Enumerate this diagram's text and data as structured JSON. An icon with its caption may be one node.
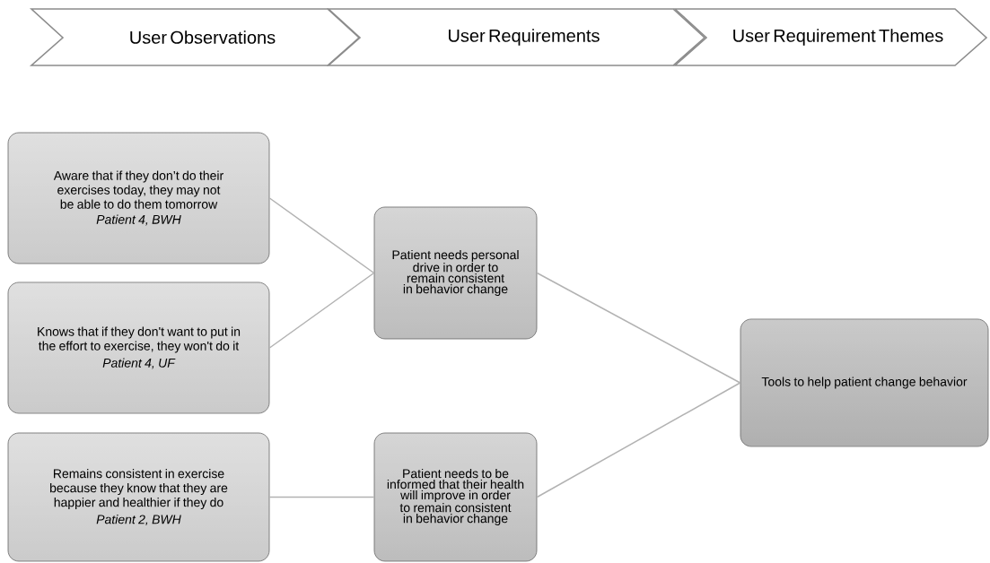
{
  "diagram": {
    "nodes": [
      {
        "text": [
          "User Observations"
        ]
      },
      {
        "text": [
          "User Requirements"
        ]
      },
      {
        "text": [
          "User Requirement Themes"
        ]
      },
      {
        "text": [
          "Aware that if they don’t do their exercises today, they may not be able to do them tomorrow",
          "Patient 4, BWH"
        ]
      },
      {
        "text": [
          "Knows that if they don't want to put in the effort to exercise, they won't do it",
          "Patient 4, UF"
        ]
      },
      {
        "text": [
          "Remains consistent in exercise because they know that they are happier and healthier if they do",
          "Patient 2, BWH"
        ]
      },
      {
        "text": [
          "Patient needs personal drive in order to remain consistent in behavior change"
        ]
      },
      {
        "text": [
          "Patient needs to be informed that their health will improve in order to remain consistent in behavior change"
        ]
      },
      {
        "text": [
          "Tools to help patient change behavior"
        ]
      }
    ],
    "edges": [
      {
        "from": 3,
        "to": 6,
        "arrow": "none"
      },
      {
        "from": 4,
        "to": 6,
        "arrow": "none"
      },
      {
        "from": 5,
        "to": 7,
        "arrow": "none"
      },
      {
        "from": 6,
        "to": 8,
        "arrow": "none"
      },
      {
        "from": 7,
        "to": 8,
        "arrow": "none"
      }
    ]
  }
}
